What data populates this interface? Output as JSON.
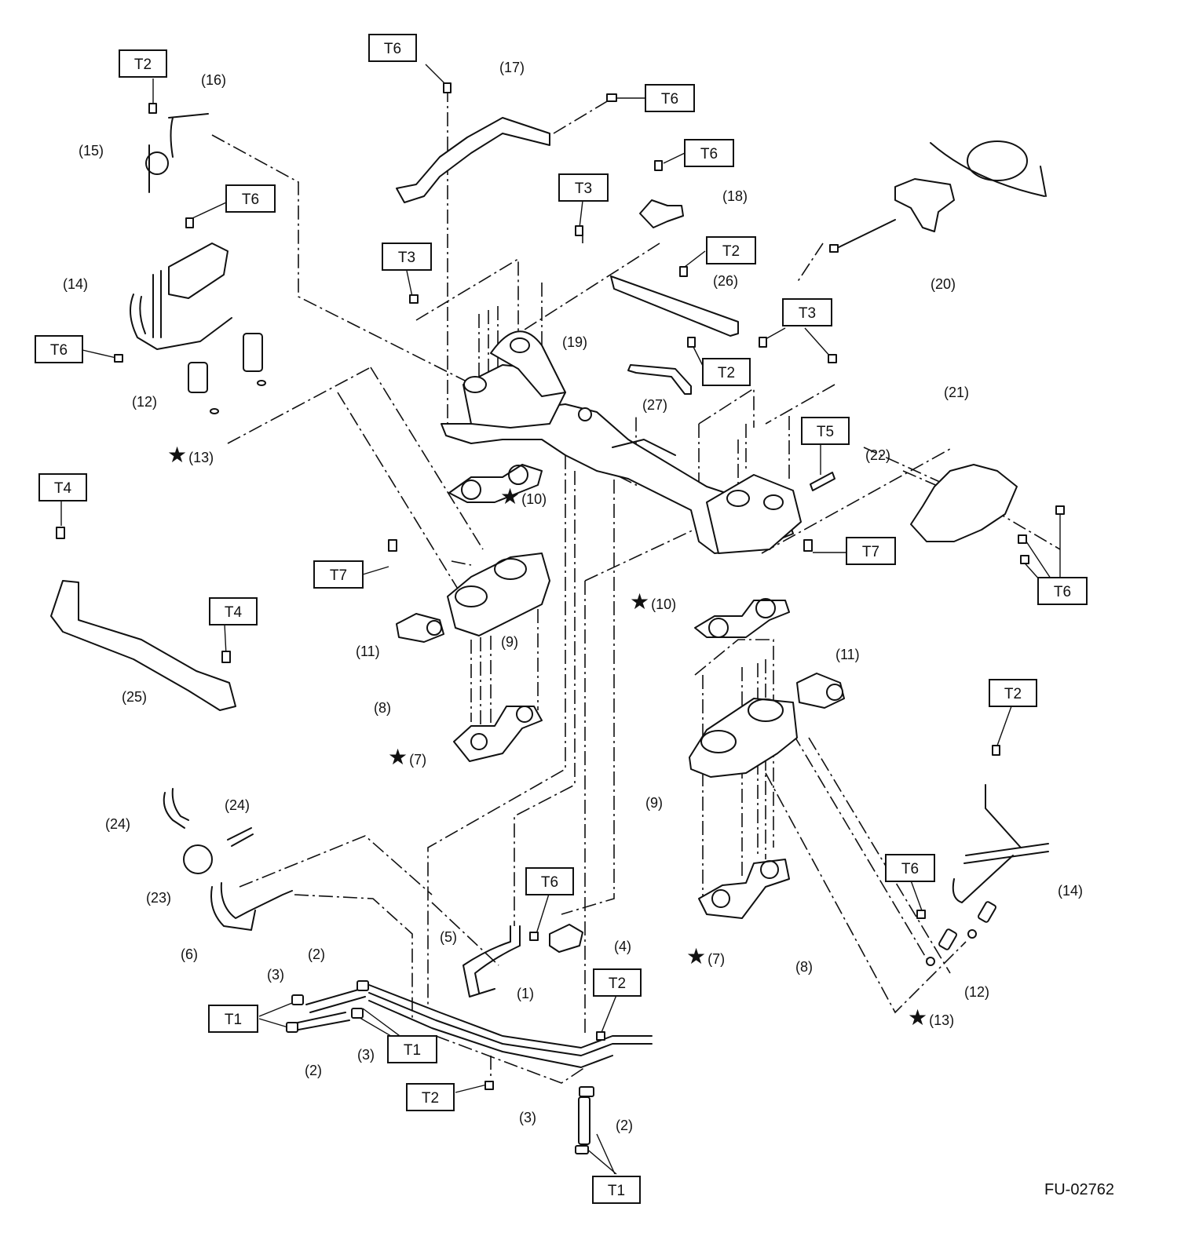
{
  "figure_id": "FU-02762",
  "torque_labels": {
    "t1": "T1",
    "t2": "T2",
    "t3": "T3",
    "t4": "T4",
    "t5": "T5",
    "t6": "T6",
    "t7": "T7"
  },
  "callouts": {
    "c1": "(1)",
    "c2": "(2)",
    "c3": "(3)",
    "c4": "(4)",
    "c5": "(5)",
    "c6": "(6)",
    "c7": "(7)",
    "c8": "(8)",
    "c9": "(9)",
    "c10": "(10)",
    "c11": "(11)",
    "c12": "(12)",
    "c13": "(13)",
    "c14": "(14)",
    "c15": "(15)",
    "c16": "(16)",
    "c17": "(17)",
    "c18": "(18)",
    "c19": "(19)",
    "c20": "(20)",
    "c21": "(21)",
    "c22": "(22)",
    "c23": "(23)",
    "c24": "(24)",
    "c25": "(25)",
    "c26": "(26)",
    "c27": "(27)"
  },
  "star_symbol": "★"
}
